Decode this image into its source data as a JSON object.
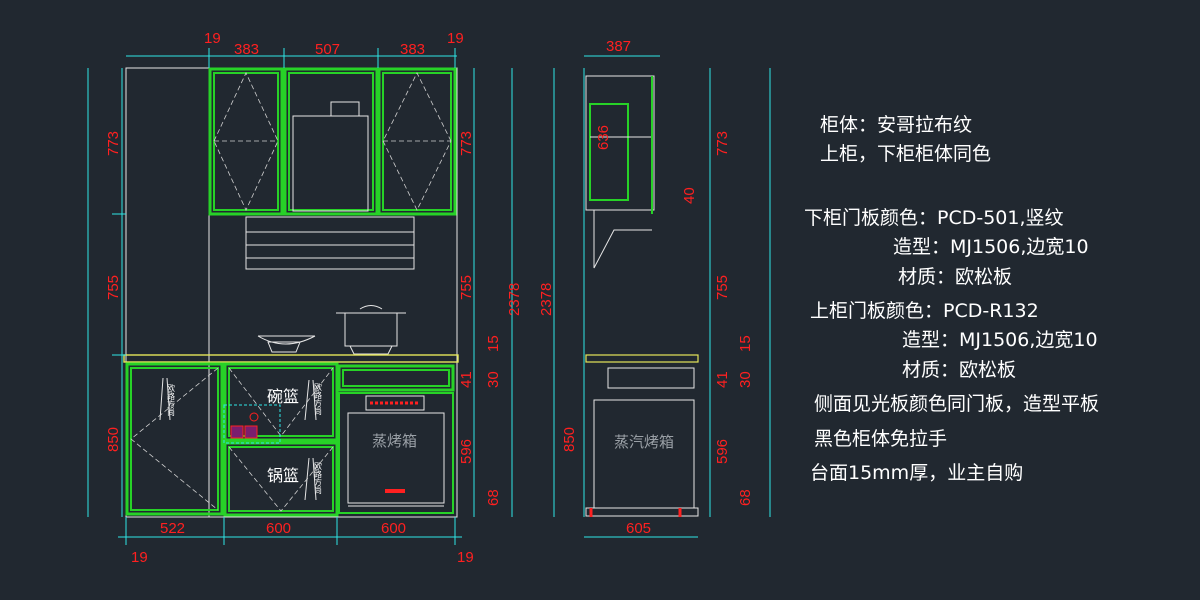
{
  "front_view": {
    "top_dims": [
      "19",
      "383",
      "507",
      "383",
      "19"
    ],
    "bottom_dims": [
      "522",
      "600",
      "600"
    ],
    "bottom_side_dims": [
      "19",
      "19"
    ],
    "left_dims": [
      "773",
      "755",
      "850"
    ],
    "right_dims": [
      "773",
      "755",
      "15",
      "30",
      "41",
      "596",
      "68",
      "2378"
    ],
    "labels": {
      "bowl_basket": "碗篮",
      "pot_basket": "锅篮",
      "steam_oven": "蒸烤箱",
      "brand_tag": "欧路方尚"
    }
  },
  "side_view": {
    "top_dim": "387",
    "bottom_dim": "605",
    "left_dims": [
      "2378",
      "850"
    ],
    "inner_dims": [
      "636",
      "40"
    ],
    "right_dims": [
      "773",
      "755",
      "15",
      "30",
      "41",
      "596",
      "68"
    ],
    "labels": {
      "steam_oven": "蒸汽烤箱"
    }
  },
  "notes": [
    "柜体：安哥拉布纹",
    "上柜，下柜柜体同色",
    "下柜门板颜色：PCD-501,竖纹",
    "造型：MJ1506,边宽10",
    "材质：欧松板",
    "上柜门板颜色：PCD-R132",
    "造型：MJ1506,边宽10",
    "材质：欧松板",
    "侧面见光板颜色同门板，造型平板",
    "黑色柜体免拉手",
    "台面15mm厚，业主自购"
  ],
  "colors": {
    "background": "#212830",
    "cabinet_outline": "#27d227",
    "dimension_line": "#2ee6e6",
    "dimension_text": "#ff2020",
    "note_text": "#ffffff"
  }
}
